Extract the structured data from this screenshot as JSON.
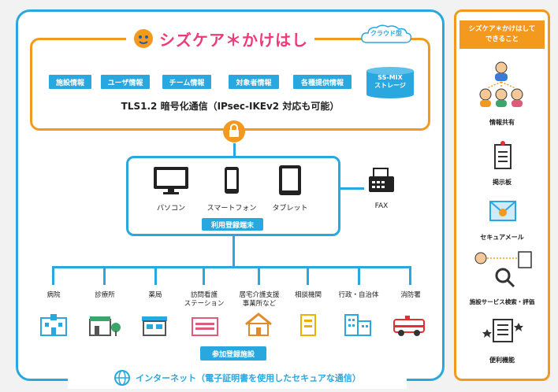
{
  "title": "シズケア＊かけはし",
  "cloud_label": "クラウド型",
  "chips": [
    "施設情報",
    "ユーザ情報",
    "チーム情報",
    "対象者情報",
    "各種提供情報"
  ],
  "storage": {
    "line1": "SS-MIX",
    "line2": "ストレージ"
  },
  "tls": "TLS1.2 暗号化通信（IPsec-IKEv2 対応も可能）",
  "devices": {
    "pc": "パソコン",
    "smartphone": "スマートフォン",
    "tablet": "タブレット",
    "fax": "FAX"
  },
  "registered_terminal": "利用登録端末",
  "facilities": [
    "病院",
    "診療所",
    "薬局",
    "訪問看護\nステーション",
    "居宅介護支援\n事業所など",
    "相談機関",
    "行政・自治体",
    "消防署"
  ],
  "registered_facility": "参加登録施設",
  "internet": "インターネット（電子証明書を使用したセキュアな通信）",
  "side": {
    "heading_line1": "シズケア＊かけはして",
    "heading_line2": "できること",
    "items": [
      "情報共有",
      "掲示板",
      "セキュアメール",
      "施設サービス検索・評価",
      "便利機能"
    ]
  },
  "colors": {
    "blue": "#29a8e0",
    "orange": "#f39a1e",
    "pink": "#ef3a7a"
  }
}
